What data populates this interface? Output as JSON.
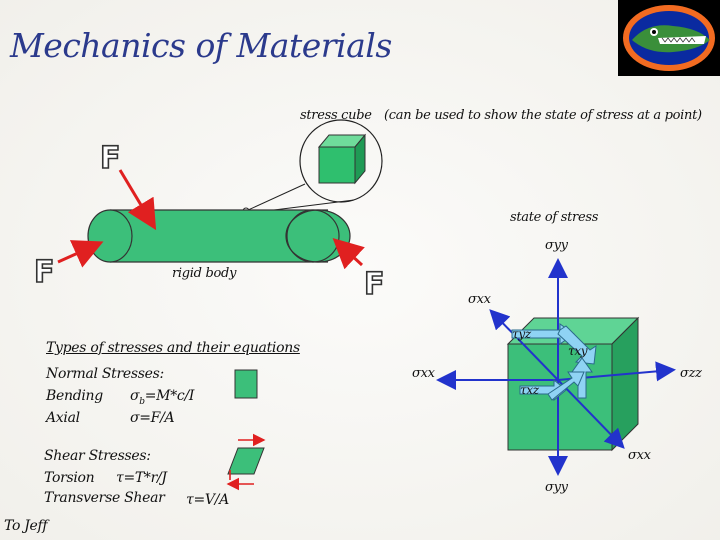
{
  "title": "Mechanics of Materials",
  "logo": {
    "icon": "gator-logo-icon",
    "bg": "#000000",
    "accent": "#f26b21",
    "primary": "#0a2aa0"
  },
  "stress_cube_label": "stress cube",
  "stress_cube_note": "(can be used to show the state of stress at a point)",
  "force_label": "F",
  "rigid_body_label": "rigid body",
  "state_of_stress_label": "state of stress",
  "stress_labels": {
    "sigma_yy_top": "σyy",
    "sigma_xx_top": "σxx",
    "sigma_xx_left": "σxx",
    "sigma_zz_right": "σzz",
    "sigma_xx_bottom": "σxx",
    "sigma_yy_bottom": "σyy",
    "tau_yz": "τyz",
    "tau_xy": "τxy",
    "tau_xz": "τxz"
  },
  "equations": {
    "header": "Types of stresses and their equations",
    "normal_header": "Normal Stresses:",
    "bending_label": "Bending",
    "bending_eq_prefix": "σ",
    "bending_eq_sub": "b",
    "bending_eq_suffix": "=M*c/I",
    "axial_label": "Axial",
    "axial_eq": "σ=F/A",
    "shear_header": "Shear Stresses:",
    "torsion_label": "Torsion",
    "torsion_eq": "τ=T*r/J",
    "transverse_label": "Transverse Shear",
    "transverse_eq": "τ=V/A"
  },
  "footer": "To Jeff",
  "colors": {
    "title": "#2b3a8c",
    "shape_fill": "#3cbf7a",
    "arrow_red": "#e02020",
    "arrow_blue": "#2233cc",
    "shear_arrow": "#8fd3f4"
  }
}
